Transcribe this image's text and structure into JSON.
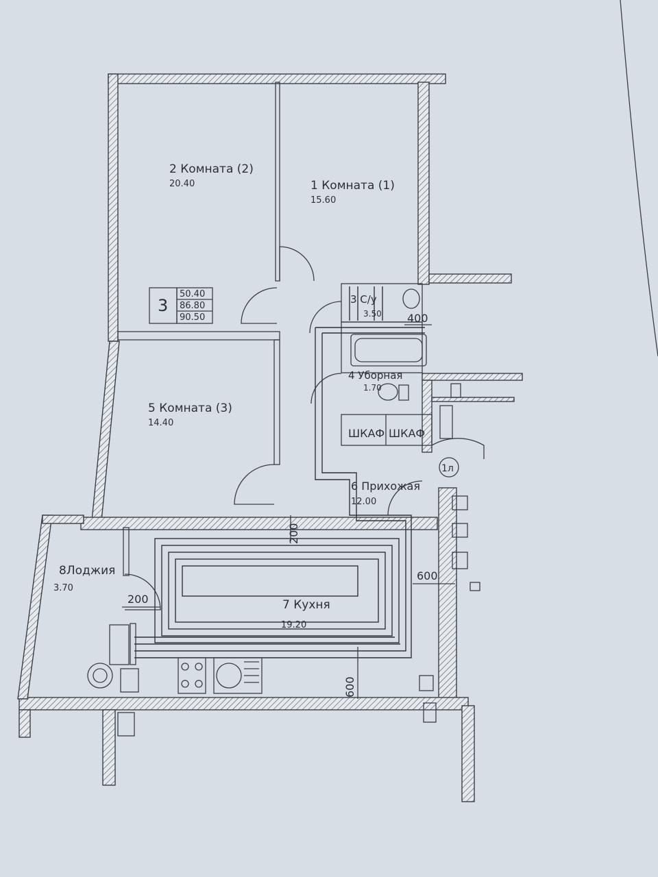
{
  "rooms": [
    {
      "name": "1 Комната (1)",
      "area": "15.60"
    },
    {
      "name": "2 Комната (2)",
      "area": "20.40"
    },
    {
      "name": "3 С/у",
      "area": "3.50"
    },
    {
      "name": "4 Уборная",
      "area": "1.70"
    },
    {
      "name": "5 Комната (3)",
      "area": "14.40"
    },
    {
      "name": "6 Прихожая",
      "area": "12.00"
    },
    {
      "name": "7 Кухня",
      "area": "19.20"
    },
    {
      "name": "8Лоджия",
      "area": "3.70"
    }
  ],
  "summary": {
    "rooms_count": "3",
    "area_living": "50.40",
    "area_total": "86.80",
    "area_with_loggia": "90.50"
  },
  "cabinets": [
    "ШКАФ",
    "ШКАФ"
  ],
  "dimensions": {
    "d400": "400",
    "d200_top": "200",
    "d200_left": "200",
    "d600_right": "600",
    "d600_bottom": "600"
  },
  "marker": "1л"
}
